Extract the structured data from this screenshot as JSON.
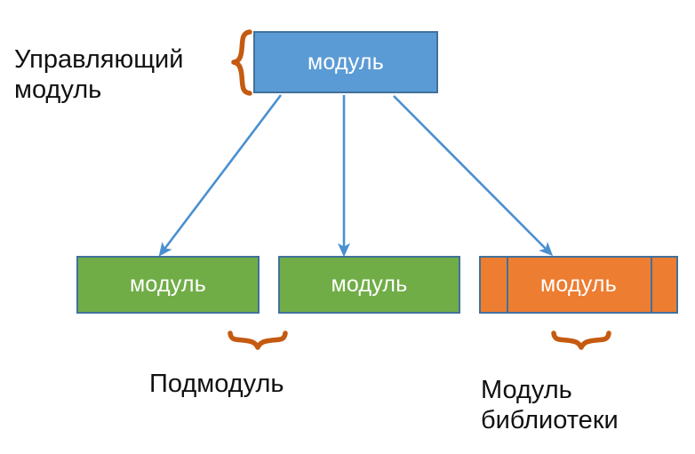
{
  "diagram": {
    "title_alt": "Module hierarchy diagram",
    "colors": {
      "control_module_fill": "#5B9BD5",
      "submodule_fill": "#70AD47",
      "library_module_fill": "#ED7D31",
      "box_border": "#41719C",
      "arrow": "#5B9BD5",
      "brace": "#C55A11",
      "box_text": "#FFFFFF",
      "caption_text": "#111111",
      "background": "#FFFFFF"
    },
    "nodes": {
      "root": {
        "label": "модуль",
        "role": "control-module"
      },
      "sub_1": {
        "label": "модуль",
        "role": "submodule"
      },
      "sub_2": {
        "label": "модуль",
        "role": "submodule"
      },
      "library": {
        "label": "модуль",
        "role": "library-module",
        "segments": 3
      }
    },
    "captions": {
      "control": "Управляющий\nмодуль",
      "submodule": "Подмодуль",
      "library": "Модуль\nбиблиотеки"
    },
    "braces": [
      {
        "name": "control-module-brace",
        "orientation": "left",
        "target": "root"
      },
      {
        "name": "submodule-brace",
        "orientation": "up",
        "target": "sub_2"
      },
      {
        "name": "library-module-brace",
        "orientation": "up",
        "target": "library"
      }
    ],
    "arrows": [
      {
        "name": "arrow-root-to-sub-1",
        "from": "root",
        "to": "sub_1"
      },
      {
        "name": "arrow-root-to-sub-2",
        "from": "root",
        "to": "sub_2"
      },
      {
        "name": "arrow-root-to-library",
        "from": "root",
        "to": "library"
      }
    ]
  }
}
